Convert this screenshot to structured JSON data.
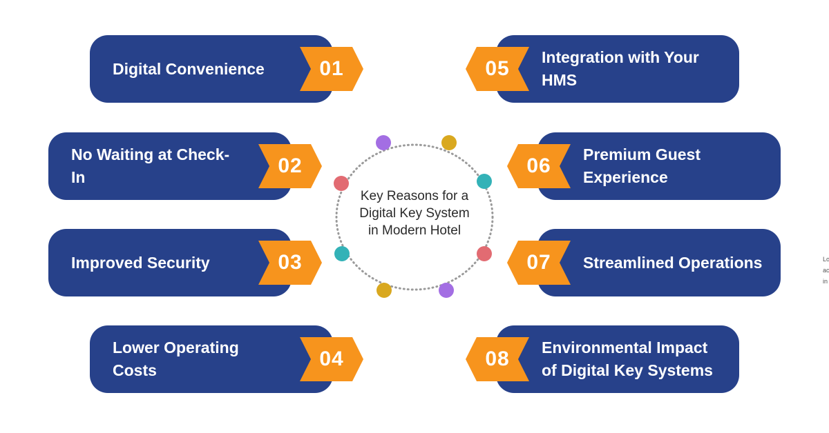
{
  "center": {
    "lines": [
      "Key Reasons for a",
      "Digital Key System",
      "in Modern Hotel"
    ]
  },
  "colors": {
    "pill": "#27418a",
    "badge": "#f7941d",
    "dots": [
      "#a36ee3",
      "#d9a81f",
      "#e26b72",
      "#33b2b7"
    ]
  },
  "items": [
    {
      "num": "01",
      "label": "Digital Convenience"
    },
    {
      "num": "02",
      "label": "No Waiting at Check-In"
    },
    {
      "num": "03",
      "label": "Improved Security"
    },
    {
      "num": "04",
      "label": "Lower Operating Costs"
    },
    {
      "num": "05",
      "label": "Integration with Your HMS"
    },
    {
      "num": "06",
      "label": "Premium Guest Experience"
    },
    {
      "num": "07",
      "label": "Streamlined Operations"
    },
    {
      "num": "08",
      "label": "Environmental Impact of Digital Key Systems"
    }
  ],
  "side_note": [
    "Lo",
    "ac",
    "in"
  ]
}
